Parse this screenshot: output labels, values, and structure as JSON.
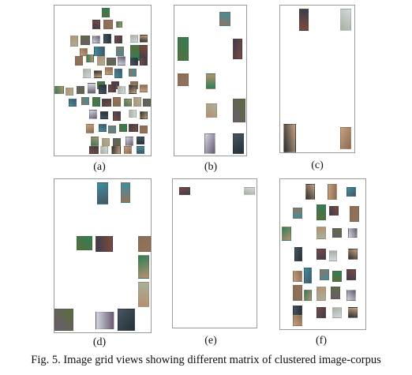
{
  "figure": {
    "caption": "Fig. 5. Image grid views showing different matrix of clustered image-corpus",
    "panel_labels": [
      "(a)",
      "(b)",
      "(c)",
      "(d)",
      "(e)",
      "(f)"
    ]
  },
  "palette": [
    "#5b6d3a",
    "#3a3d52",
    "#8a6c55",
    "#2f7f56",
    "#b69070",
    "#6a5a72",
    "#d2d8df",
    "#475563",
    "#7e4a3a",
    "#a7b19c",
    "#263136",
    "#c7a07c",
    "#3d8ea0",
    "#94735c"
  ]
}
